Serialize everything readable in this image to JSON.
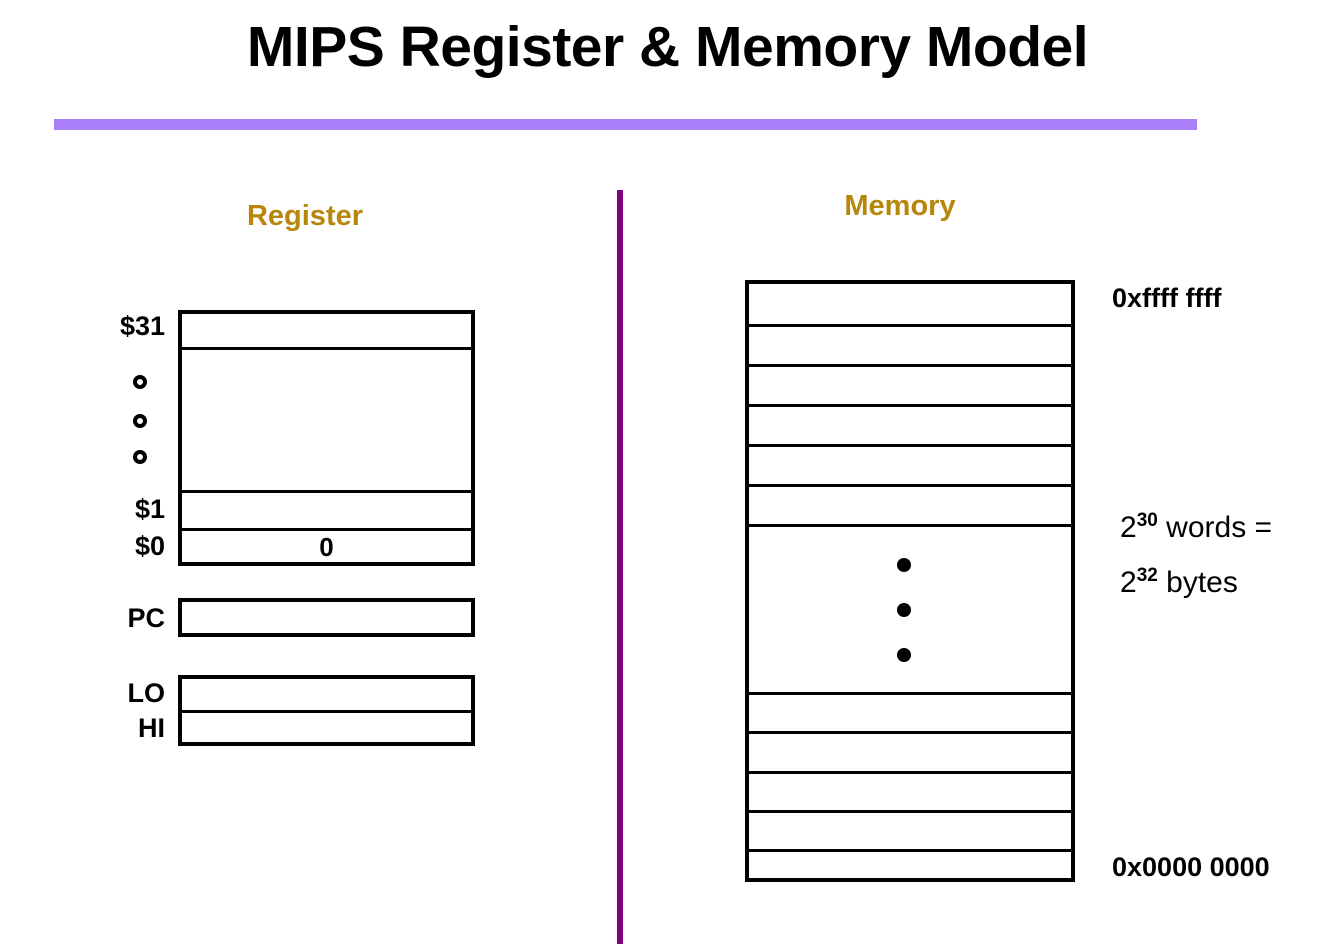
{
  "slide": {
    "title": "MIPS Register & Memory Model",
    "accent_rule_color": "#a87ff8",
    "divider_color": "#800080",
    "heading_color": "#b8860b"
  },
  "register_panel": {
    "heading": "Register",
    "labels": {
      "r31": "$31",
      "r1": "$1",
      "r0": "$0",
      "pc": "PC",
      "lo": "LO",
      "hi": "HI"
    },
    "zero_register_value": "0",
    "ellipsis_marks": [
      "o",
      "o",
      "o"
    ]
  },
  "memory_panel": {
    "heading": "Memory",
    "address_top": "0xffff ffff",
    "address_bottom": "0x0000 0000",
    "size_note": {
      "line1_base": "2",
      "line1_exp": "30",
      "line1_rest": " words =",
      "line2_base": "2",
      "line2_exp": "32",
      "line2_rest": " bytes"
    },
    "row_dividers_top": [
      40,
      80,
      120,
      160,
      200,
      240
    ],
    "row_dividers_bottom": [
      408,
      447,
      487,
      526,
      565
    ],
    "vertical_dots": [
      274,
      319,
      364
    ]
  }
}
